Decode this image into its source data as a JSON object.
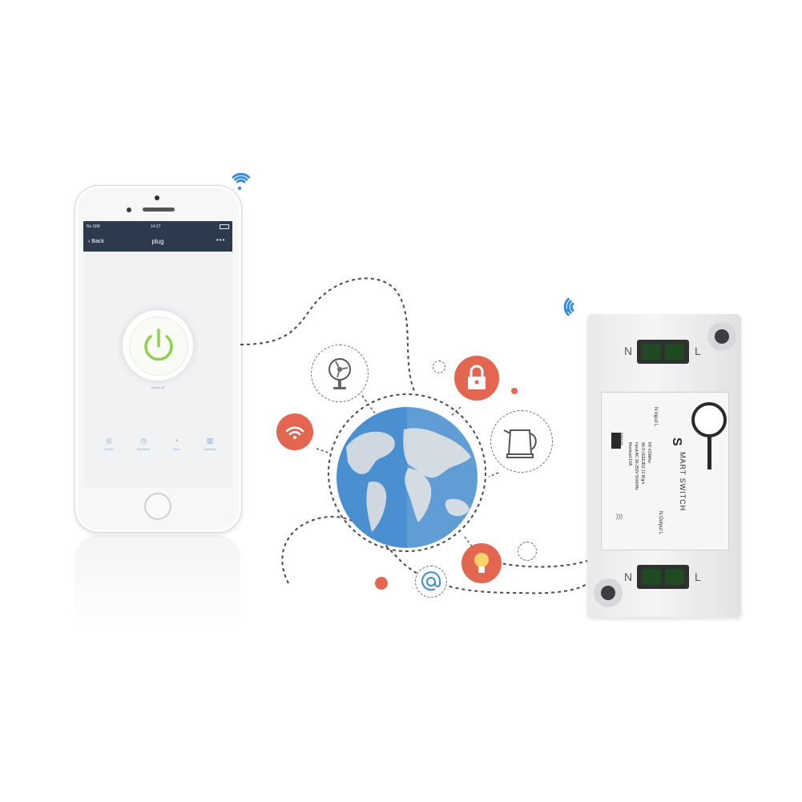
{
  "phone": {
    "status_bar": {
      "carrier": "No SIM",
      "time": "14:27",
      "battery": ""
    },
    "nav": {
      "back_label": "Back",
      "title": "plug",
      "more": "•••"
    },
    "power_status": "Power off",
    "tabs": [
      {
        "label": "Switch"
      },
      {
        "label": "Schedule"
      },
      {
        "label": "Timer"
      },
      {
        "label": "Statistics"
      }
    ]
  },
  "device": {
    "top_terminals": {
      "left": "N",
      "right": "L"
    },
    "bottom_terminals": {
      "left": "N",
      "right": "L"
    },
    "brand_label": "S",
    "product_name": "MART SWITCH",
    "input_label": "N Input L",
    "output_label": "N Output L",
    "specs": [
      "RF:433Mhz",
      "Wi-Fi:IEEE802.11 B/g/n",
      "Input:AC 90-250V 50/60Hz",
      "Maxload:10A"
    ],
    "badge": "eWeLink"
  },
  "icons": [
    "fan-icon",
    "lock-icon",
    "wifi-icon",
    "kettle-icon",
    "lightbulb-icon",
    "at-icon",
    "globe-icon"
  ],
  "colors": {
    "accent_red": "#e36651",
    "wifi_blue": "#3a8bd8",
    "globe_ocean": "#4a90d0",
    "globe_land": "#c8d3dc",
    "power_green": "#8fd14f",
    "app_header": "#2d3a4d"
  }
}
